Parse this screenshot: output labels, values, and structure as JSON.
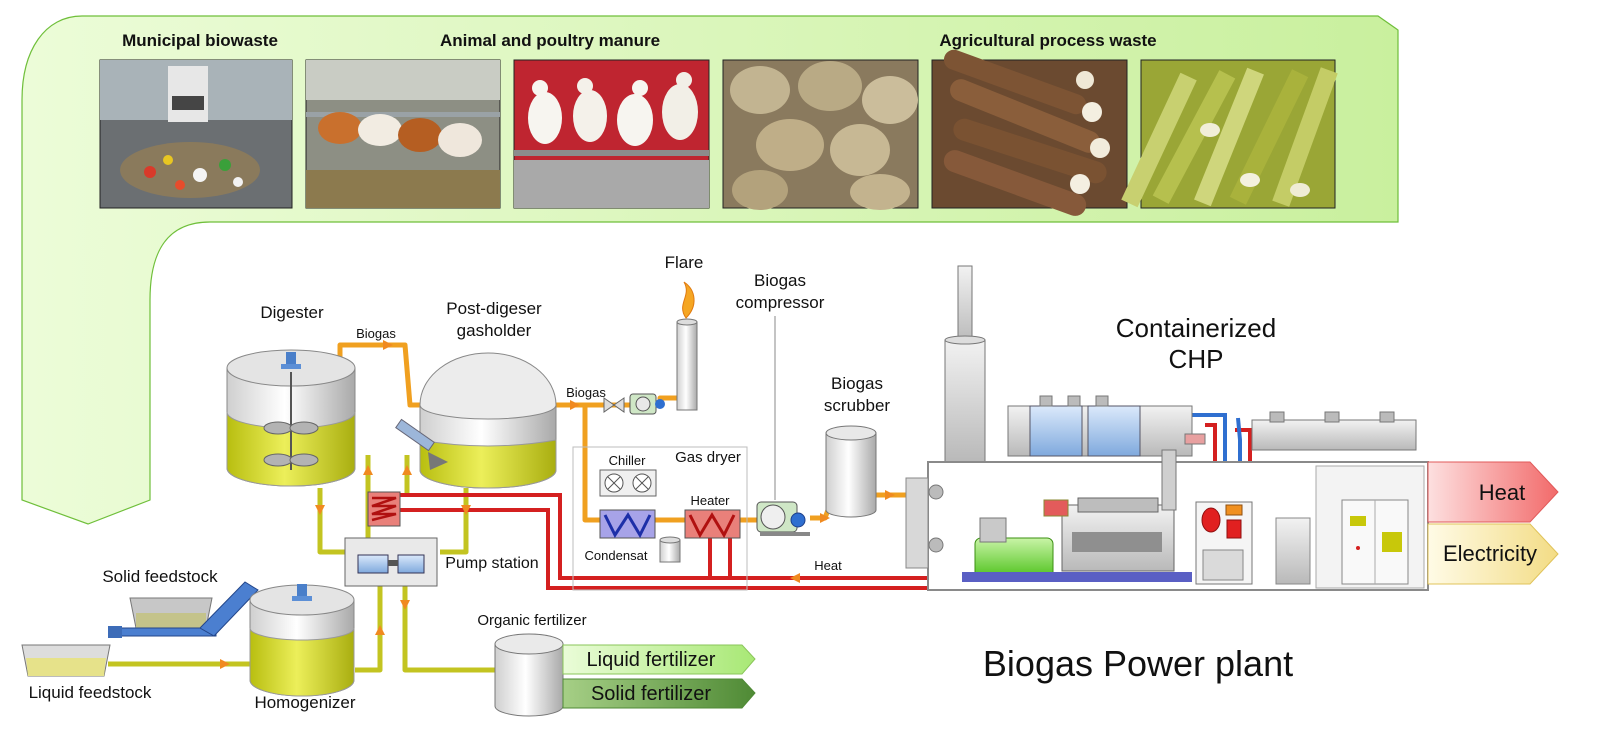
{
  "feedstock_categories": {
    "municipal": "Municipal biowaste",
    "manure": "Animal and poultry manure",
    "agricultural": "Agricultural process waste"
  },
  "photos": [
    {
      "name": "garbage-truck-biowaste-photo"
    },
    {
      "name": "cows-feeding-photo"
    },
    {
      "name": "chickens-photo"
    },
    {
      "name": "sugar-beets-photo"
    },
    {
      "name": "cassava-roots-photo"
    },
    {
      "name": "sugarcane-photo"
    }
  ],
  "labels": {
    "digester": "Digester",
    "biogas_1": "Biogas",
    "post_digester_line1": "Post-digeser",
    "post_digester_line2": "gasholder",
    "biogas_2": "Biogas",
    "flare": "Flare",
    "compressor_line1": "Biogas",
    "compressor_line2": "compressor",
    "scrubber_line1": "Biogas",
    "scrubber_line2": "scrubber",
    "chp_line1": "Containerized",
    "chp_line2": "CHP",
    "chiller": "Chiller",
    "gas_dryer": "Gas dryer",
    "heater": "Heater",
    "condensat": "Condensat",
    "heat_line": "Heat",
    "pump_station": "Pump station",
    "solid_feedstock": "Solid feedstock",
    "liquid_feedstock": "Liquid  feedstock",
    "homogenizer": "Homogenizer",
    "organic_fertilizer": "Organic fertilizer",
    "title": "Biogas Power plant"
  },
  "outputs": {
    "heat": "Heat",
    "electricity": "Electricity",
    "liquid_fertilizer": "Liquid fertilizer",
    "solid_fertilizer": "Solid fertilizer"
  },
  "colors": {
    "green_band": "#d8f7b8",
    "slurry": "#d6dc1c",
    "pipe_biogas": "#f0a020",
    "pipe_slurry": "#c0c020",
    "pipe_heat": "#d42020",
    "heat_arrow": "#f26a6a",
    "electricity_arrow": "#f6e39a",
    "liquid_fert": "#b7ec8a",
    "solid_fert": "#6aa04a"
  }
}
